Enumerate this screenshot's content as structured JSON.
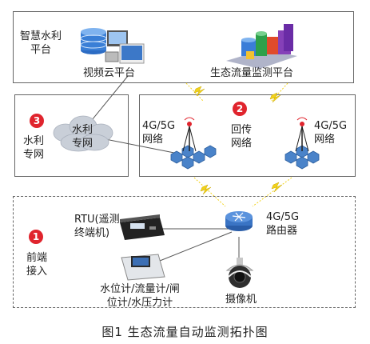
{
  "platform": {
    "title": "智慧水利\n平台",
    "video_cloud": "视频云平台",
    "eco_monitor": "生态流量监测平台"
  },
  "network": {
    "badge3": "3",
    "water_net_label": "水利\n专网",
    "cloud_label": "水利\n专网",
    "badge2": "2",
    "left_4g": "4G/5G\n网络",
    "back_transfer": "回传\n网络",
    "right_4g": "4G/5G\n网络"
  },
  "frontend": {
    "badge1": "1",
    "label": "前端\n接入",
    "rtu": "RTU(遥测\n终端机)",
    "router": "4G/5G\n路由器",
    "sensors": "水位计/流量计/闸\n位计/水压力计",
    "camera": "摄像机"
  },
  "caption": "图1  生态流量自动监测拓扑图",
  "colors": {
    "badge": "#e0242d",
    "bolt": "#f2d21a",
    "cloud": "#c9cfd8",
    "hex": "#4a83c9",
    "router": "#2a5da8"
  }
}
